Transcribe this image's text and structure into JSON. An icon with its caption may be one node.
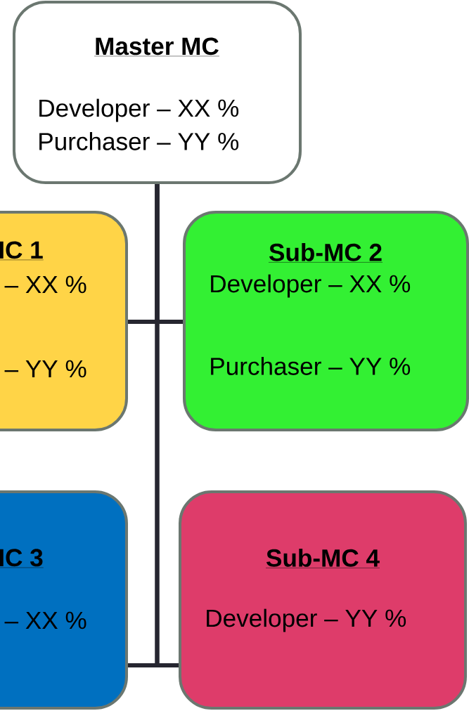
{
  "diagram": {
    "nodes": [
      {
        "text": [
          "Master MC",
          "Developer  – XX %",
          "Purchaser  – YY %"
        ]
      },
      {
        "text": [
          "IC 1",
          "– XX %",
          "– YY %"
        ]
      },
      {
        "text": [
          "Sub-MC 2",
          "Developer  – XX %",
          "Purchaser  – YY %"
        ]
      },
      {
        "text": [
          "IC 3",
          "– XX %"
        ]
      },
      {
        "text": [
          "Sub-MC 4",
          "Developer  – YY %"
        ]
      }
    ],
    "edges": [
      {
        "from": 0,
        "to": 1,
        "arrow": "none"
      },
      {
        "from": 0,
        "to": 2,
        "arrow": "none"
      },
      {
        "from": 0,
        "to": 3,
        "arrow": "none"
      },
      {
        "from": 0,
        "to": 4,
        "arrow": "none"
      }
    ]
  }
}
